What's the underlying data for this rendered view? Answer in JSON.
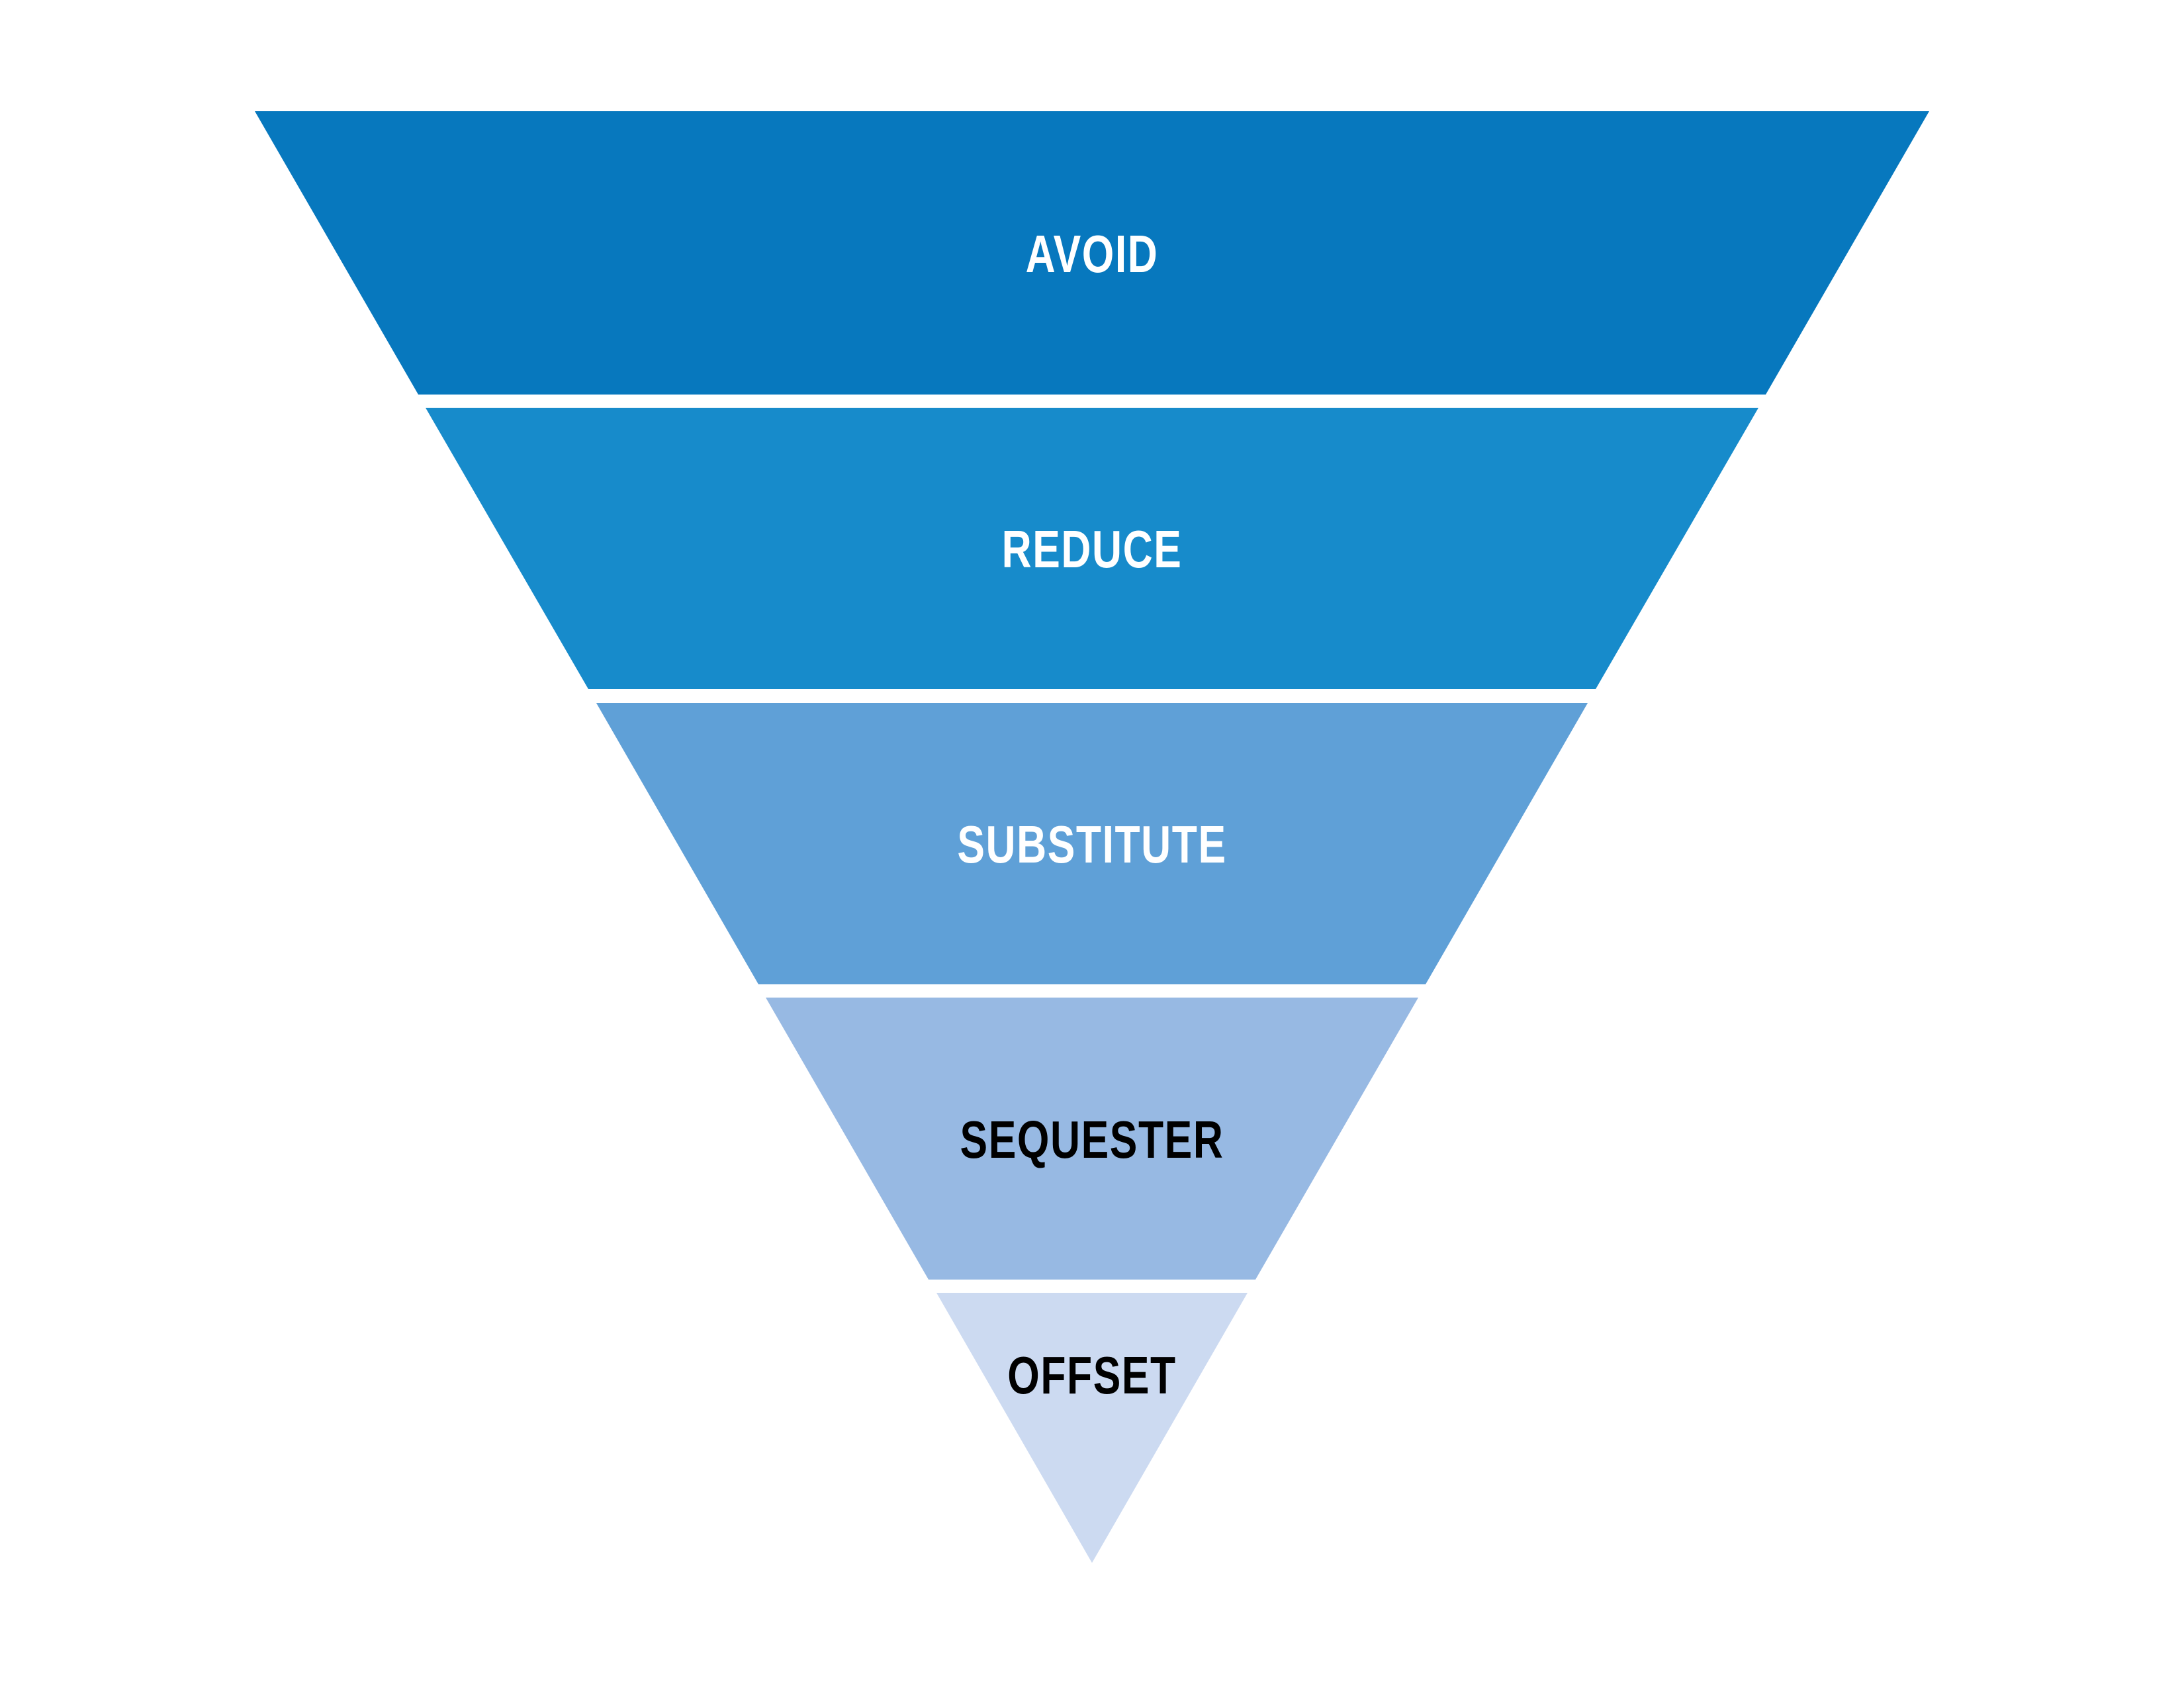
{
  "diagram": {
    "type": "inverted-pyramid-funnel",
    "background_color": "#ffffff",
    "layers": [
      {
        "label": "AVOID",
        "color": "#0778BE",
        "label_color": "#FFFFFF"
      },
      {
        "label": "REDUCE",
        "color": "#178BCB",
        "label_color": "#FFFFFF"
      },
      {
        "label": "SUBSTITUTE",
        "color": "#5FA0D7",
        "label_color": "#FFFFFF"
      },
      {
        "label": "SEQUESTER",
        "color": "#97B9E3",
        "label_color": "#000000"
      },
      {
        "label": "OFFSET",
        "color": "#CCDAF1",
        "label_color": "#000000"
      }
    ]
  }
}
